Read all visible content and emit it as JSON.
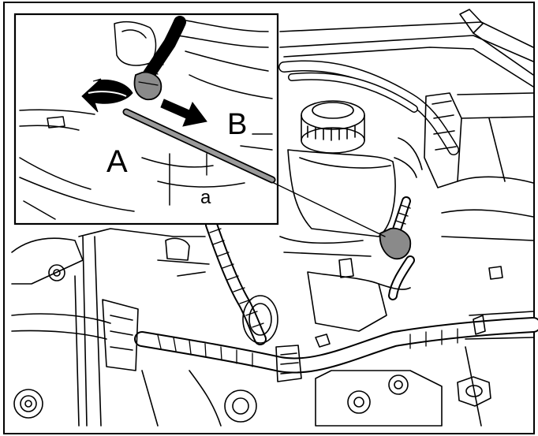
{
  "figure": {
    "callouts": {
      "a": "A",
      "b": "B",
      "small_a": "a"
    },
    "colors": {
      "line": "#000000",
      "paper": "#ffffff",
      "highlight": "#8a8a8a",
      "tool_band": "#9a9a9a"
    },
    "icons": [
      "removal-arrow-icon",
      "direction-arrow-icon"
    ]
  }
}
